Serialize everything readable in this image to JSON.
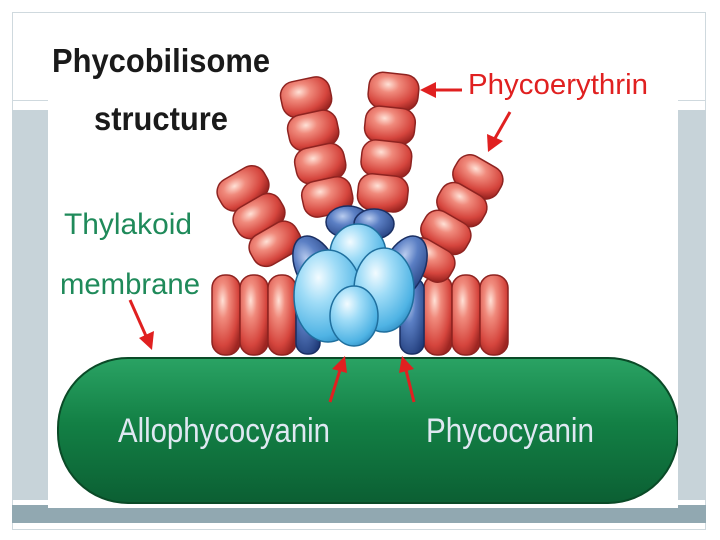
{
  "diagram": {
    "title_line1": "Phycobilisome",
    "title_line2": "structure",
    "labels": {
      "phycoerythrin": "Phycoerythrin",
      "thylakoid_line1": "Thylakoid",
      "thylakoid_line2": "membrane",
      "allophycocyanin": "Allophycocyanin",
      "phycocyanin": "Phycocyanin"
    },
    "colors": {
      "phycoerythrin": "#d94a43",
      "phycocyanin": "#3a5fa3",
      "allophycocyanin": "#6fc3ea",
      "membrane": "#15804a",
      "arrow": "#e02020",
      "label_green": "#1f8a5a",
      "label_dark": "#1a1a1a",
      "label_white": "#dfe8f2"
    }
  }
}
